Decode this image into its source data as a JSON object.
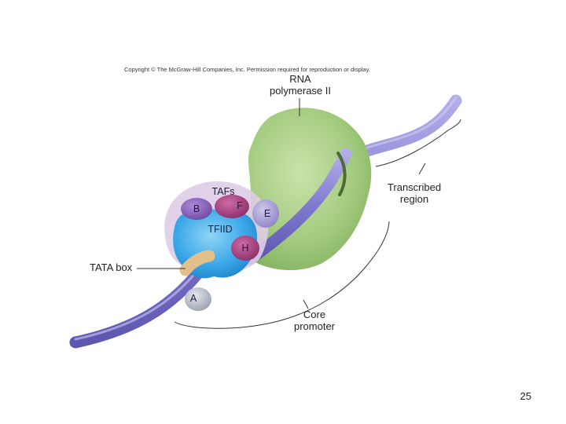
{
  "copyright": "Copyright © The McGraw-Hill Companies, Inc. Permission required for reproduction or display.",
  "labels": {
    "rna_pol_line1": "RNA",
    "rna_pol_line2": "polymerase II",
    "transcribed_line1": "Transcribed",
    "transcribed_line2": "region",
    "core_line1": "Core",
    "core_line2": "promoter",
    "tata_box": "TATA box",
    "tafs": "TAFs",
    "tfiid": "TFIID",
    "b": "B",
    "f": "F",
    "e": "E",
    "h": "H",
    "a": "A"
  },
  "page_number": "25",
  "colors": {
    "dna": "#8a85d6",
    "rna_polymerase": "#a9cf86",
    "tafs_halo": "#dcc9e4",
    "tfiid": "#3aa7e8",
    "factor_purple": "#8b63b8",
    "factor_magenta": "#a23c7e",
    "factor_e": "#a99ed3",
    "factor_a": "#b7bdc8",
    "tata": "#e3c08a"
  }
}
